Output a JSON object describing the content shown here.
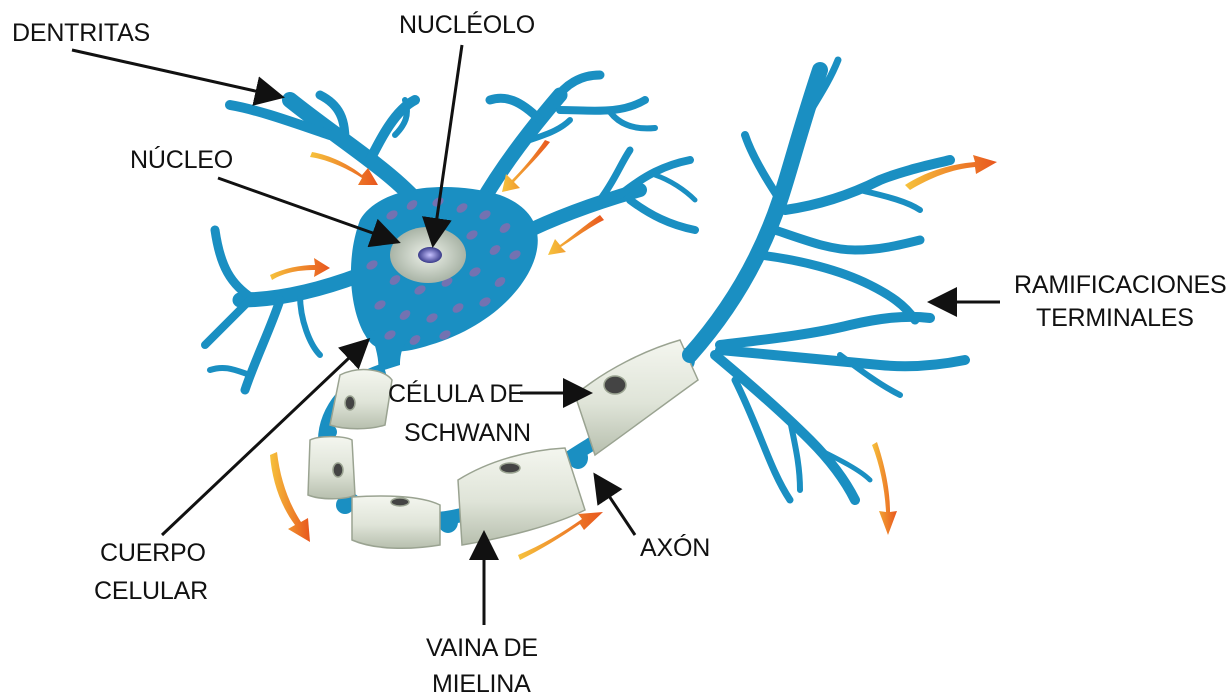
{
  "labels": {
    "dentritas": "DENTRITAS",
    "nucleolo": "NUCLÉOLO",
    "nucleo": "NÚCLEO",
    "ramificaciones_1": "RAMIFICACIONES",
    "ramificaciones_2": "TERMINALES",
    "celula_schwann_1": "CÉLULA DE",
    "celula_schwann_2": "SCHWANN",
    "axon": "AXÓN",
    "cuerpo_1": "CUERPO",
    "cuerpo_2": "CELULAR",
    "vaina_1": "VAINA DE",
    "vaina_2": "MIELINA"
  },
  "colors": {
    "neuron": "#1a8fc2",
    "neuron_dark": "#146f9a",
    "granules": "#7d6fb0",
    "myelin": "#e3e7dc",
    "myelin_shade": "#b9c0b2",
    "node": "#1a8fc2",
    "arrow_flow": "#f08a1c",
    "pointer": "#111111"
  }
}
